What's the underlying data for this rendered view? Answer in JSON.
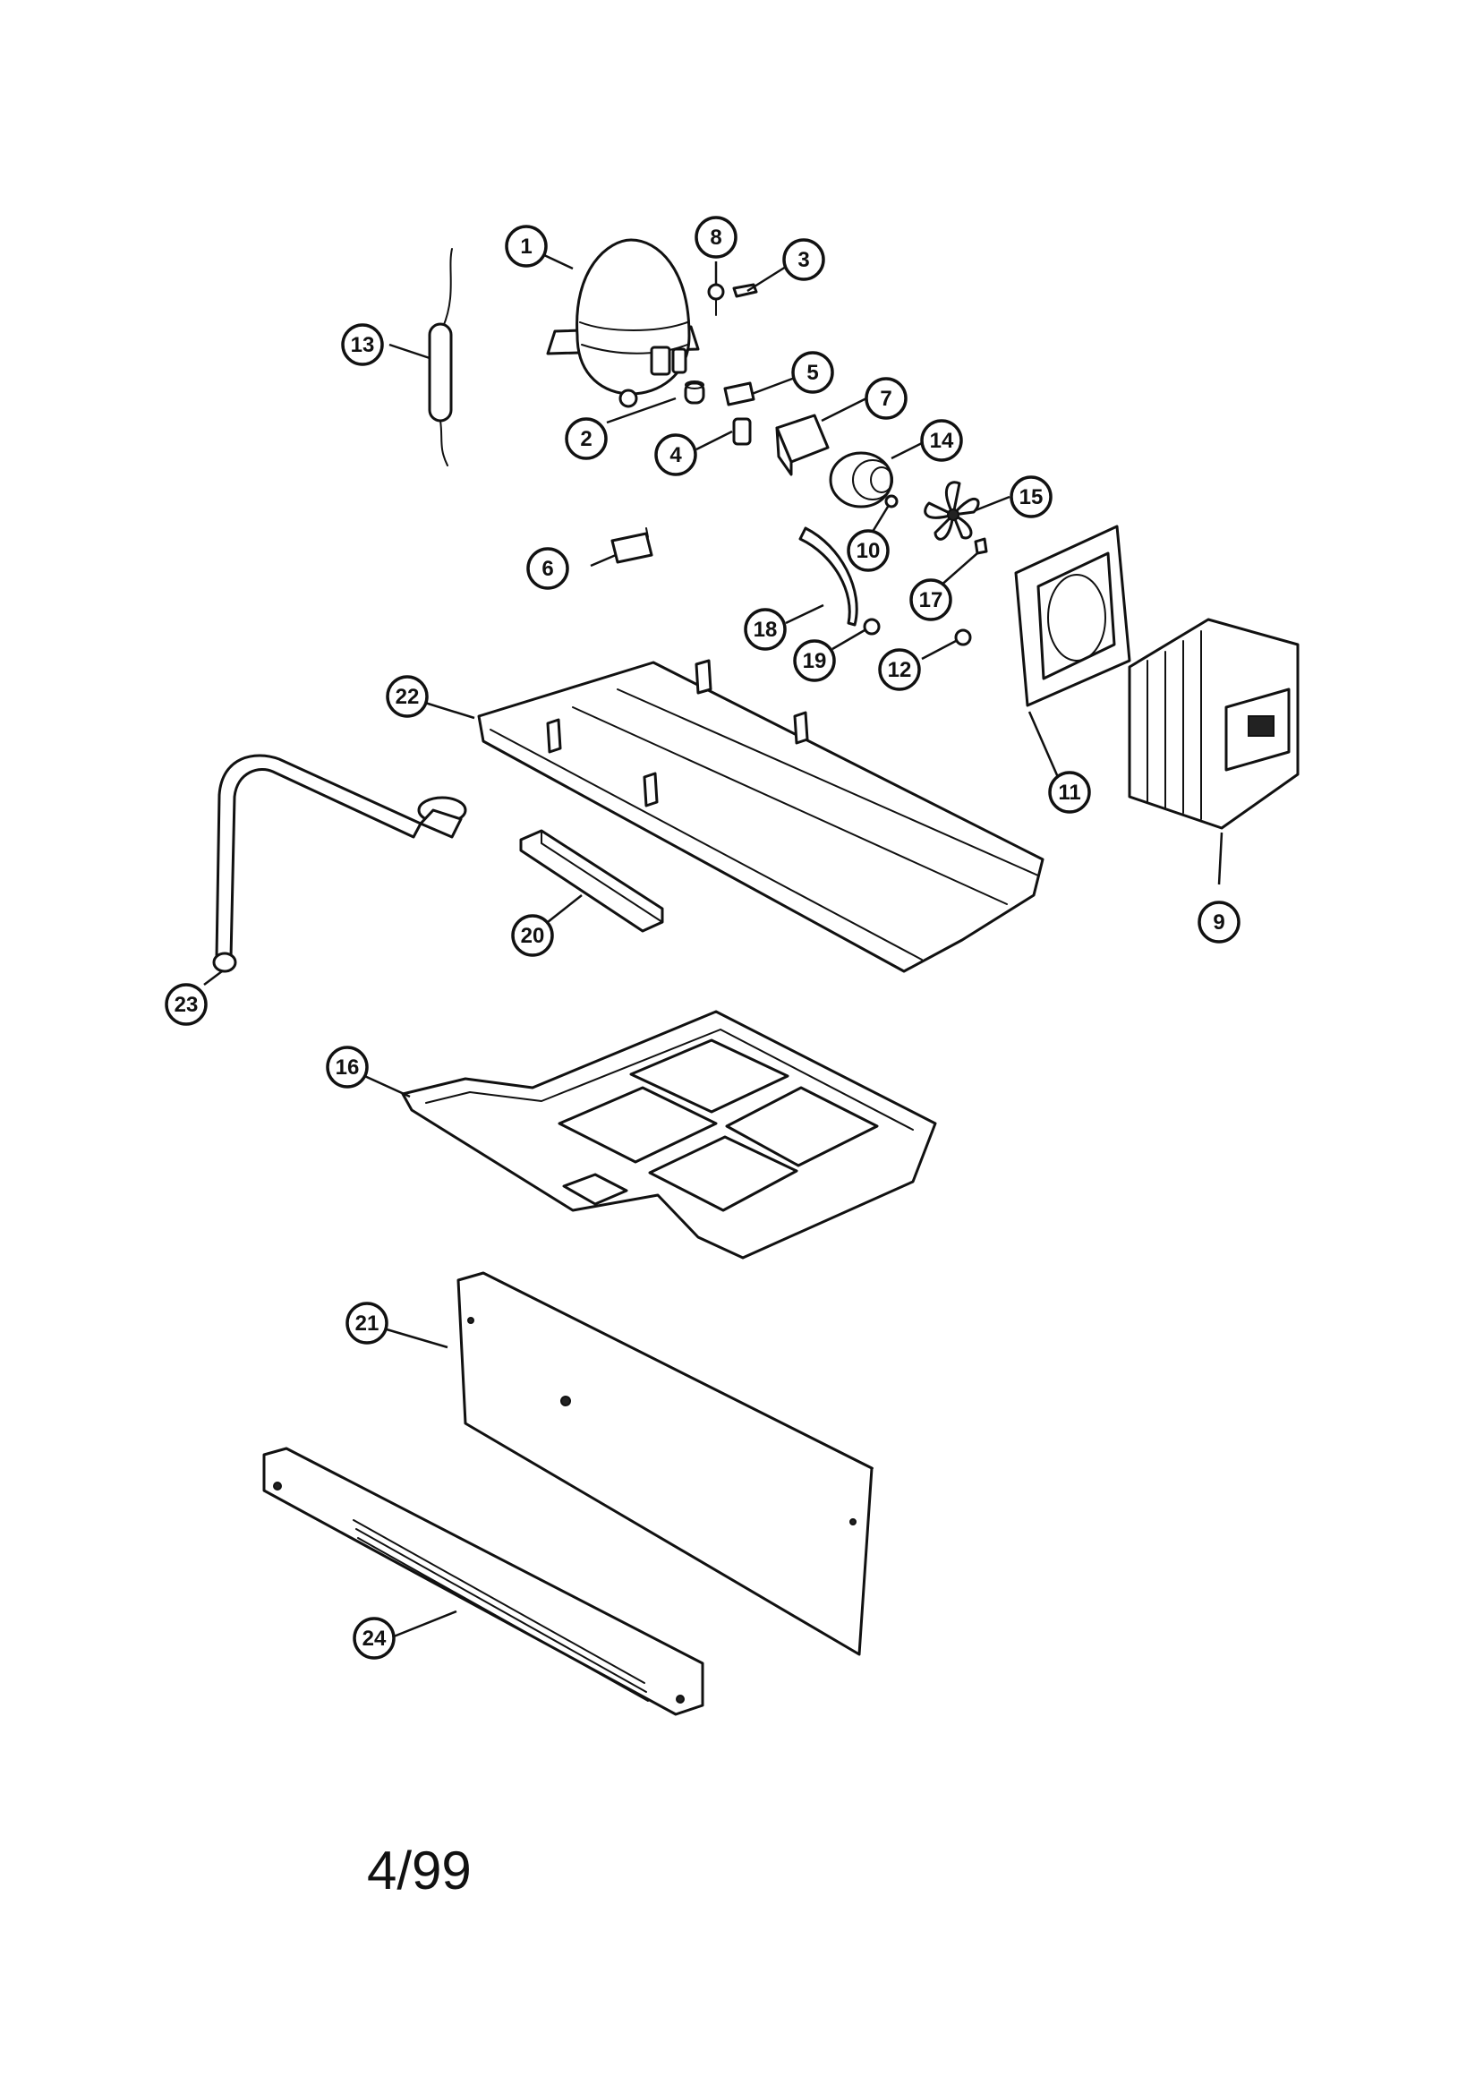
{
  "callouts": [
    {
      "id": "1",
      "label": "1"
    },
    {
      "id": "2",
      "label": "2"
    },
    {
      "id": "3",
      "label": "3"
    },
    {
      "id": "4",
      "label": "4"
    },
    {
      "id": "5",
      "label": "5"
    },
    {
      "id": "6",
      "label": "6"
    },
    {
      "id": "7",
      "label": "7"
    },
    {
      "id": "8",
      "label": "8"
    },
    {
      "id": "9",
      "label": "9"
    },
    {
      "id": "10",
      "label": "10"
    },
    {
      "id": "11",
      "label": "11"
    },
    {
      "id": "12",
      "label": "12"
    },
    {
      "id": "13",
      "label": "13"
    },
    {
      "id": "14",
      "label": "14"
    },
    {
      "id": "15",
      "label": "15"
    },
    {
      "id": "16",
      "label": "16"
    },
    {
      "id": "17",
      "label": "17"
    },
    {
      "id": "18",
      "label": "18"
    },
    {
      "id": "19",
      "label": "19"
    },
    {
      "id": "20",
      "label": "20"
    },
    {
      "id": "21",
      "label": "21"
    },
    {
      "id": "22",
      "label": "22"
    },
    {
      "id": "23",
      "label": "23"
    },
    {
      "id": "24",
      "label": "24"
    }
  ],
  "footer": {
    "revision": "4/99"
  }
}
